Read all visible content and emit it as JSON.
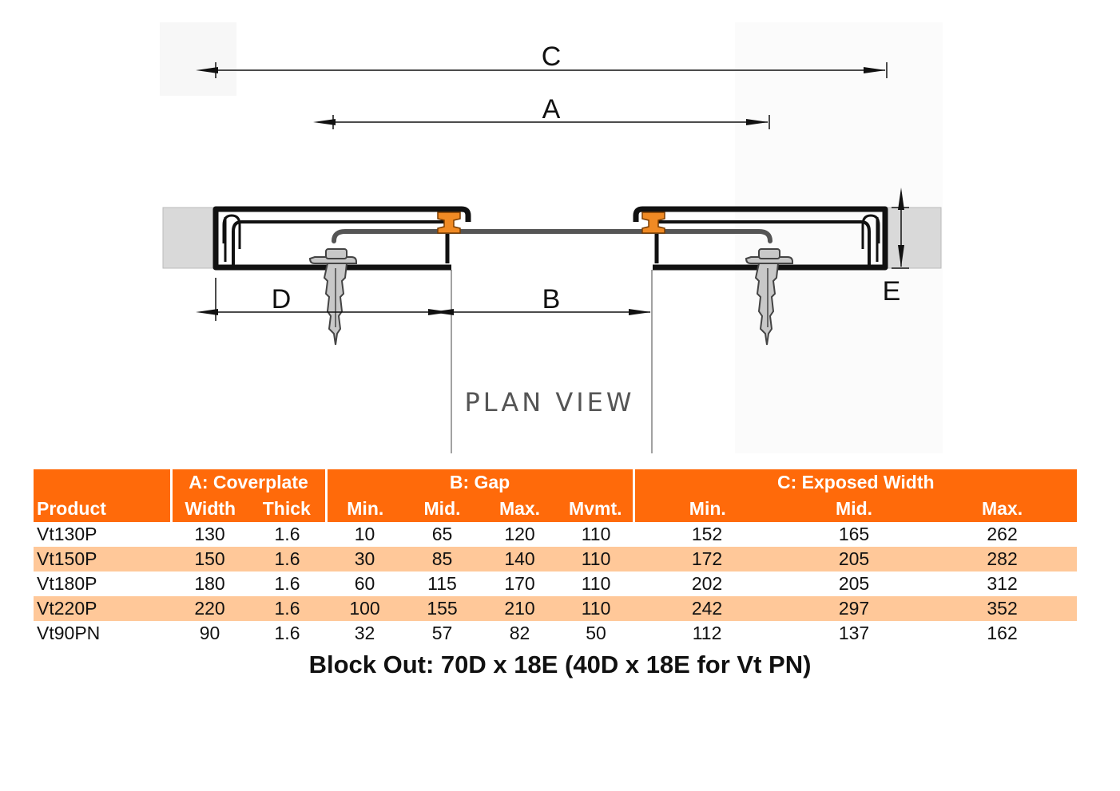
{
  "drawing": {
    "dimension_labels": {
      "c": "C",
      "a": "A",
      "d": "D",
      "b": "B",
      "e": "E"
    },
    "view_label": "PLAN VIEW",
    "colors": {
      "insert": "#f08a24",
      "frame": "#111111",
      "substrate": "#d9d9d9",
      "anchor": "#c8c8c8"
    }
  },
  "table": {
    "groups": {
      "coverplate": "A: Coverplate",
      "gap": "B: Gap",
      "exposed": "C: Exposed Width"
    },
    "columns": {
      "product": "Product",
      "width": "Width",
      "thick": "Thick",
      "gap_min": "Min.",
      "gap_mid": "Mid.",
      "gap_max": "Max.",
      "gap_mvmt": "Mvmt.",
      "exp_min": "Min.",
      "exp_mid": "Mid.",
      "exp_max": "Max."
    },
    "rows": [
      {
        "product": "Vt130P",
        "width": "130",
        "thick": "1.6",
        "gap_min": "10",
        "gap_mid": "65",
        "gap_max": "120",
        "gap_mvmt": "110",
        "exp_min": "152",
        "exp_mid": "165",
        "exp_max": "262"
      },
      {
        "product": "Vt150P",
        "width": "150",
        "thick": "1.6",
        "gap_min": "30",
        "gap_mid": "85",
        "gap_max": "140",
        "gap_mvmt": "110",
        "exp_min": "172",
        "exp_mid": "205",
        "exp_max": "282"
      },
      {
        "product": "Vt180P",
        "width": "180",
        "thick": "1.6",
        "gap_min": "60",
        "gap_mid": "115",
        "gap_max": "170",
        "gap_mvmt": "110",
        "exp_min": "202",
        "exp_mid": "205",
        "exp_max": "312"
      },
      {
        "product": "Vt220P",
        "width": "220",
        "thick": "1.6",
        "gap_min": "100",
        "gap_mid": "155",
        "gap_max": "210",
        "gap_mvmt": "110",
        "exp_min": "242",
        "exp_mid": "297",
        "exp_max": "352"
      },
      {
        "product": "Vt90PN",
        "width": "90",
        "thick": "1.6",
        "gap_min": "32",
        "gap_mid": "57",
        "gap_max": "82",
        "gap_mvmt": "50",
        "exp_min": "112",
        "exp_mid": "137",
        "exp_max": "162"
      }
    ],
    "colors": {
      "header_bg": "#ff6a0a",
      "alt_row_bg": "#ffc899"
    }
  },
  "footer": {
    "block_out": "Block Out: 70D x 18E (40D x 18E for Vt PN)"
  }
}
